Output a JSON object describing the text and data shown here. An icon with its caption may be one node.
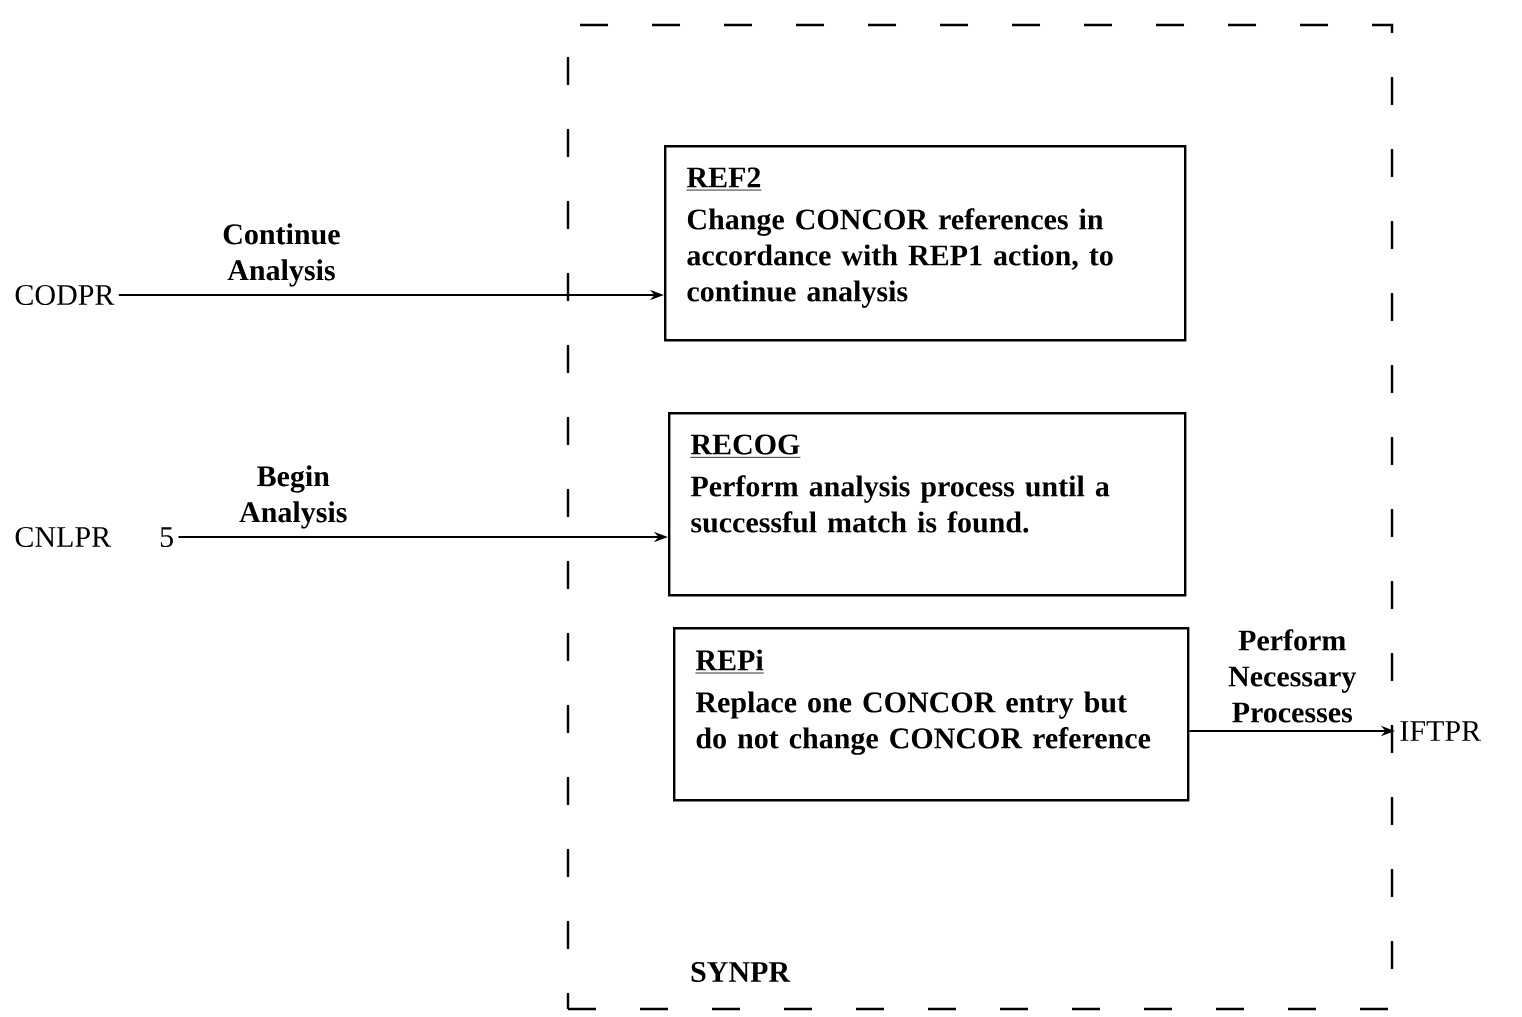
{
  "diagram": {
    "nodes": [
      {
        "text": [
          "CODPR"
        ]
      },
      {
        "text": [
          "CNLPR"
        ],
        "beside": [
          "5"
        ]
      },
      {
        "text": [
          "SYNPR"
        ]
      },
      {
        "text": [
          "REF2",
          "Change CONCOR references in accordance with REP1 action, to continue analysis"
        ],
        "in": 2
      },
      {
        "text": [
          "RECOG",
          "Perform analysis process until a successful match is found."
        ],
        "in": 2
      },
      {
        "text": [
          "REPi",
          "Replace one CONCOR entry but do not change CONCOR reference"
        ],
        "in": 2
      },
      {
        "text": [
          "IFTPR"
        ]
      }
    ],
    "edges": [
      {
        "from": 0,
        "to": 3,
        "arrow": "to",
        "label": "Continue Analysis"
      },
      {
        "from": 1,
        "to": 4,
        "arrow": "to",
        "label": "Begin Analysis"
      },
      {
        "from": 5,
        "to": 6,
        "arrow": "to",
        "label": "Perform Necessary Processes"
      }
    ]
  }
}
